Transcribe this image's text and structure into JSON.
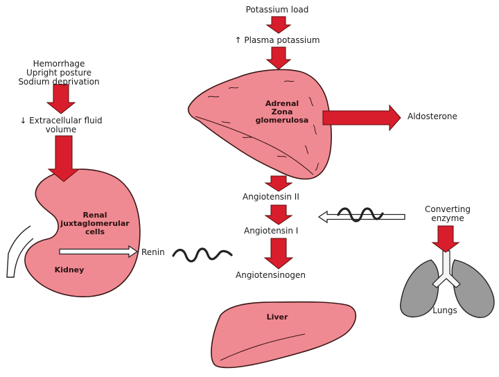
{
  "colors": {
    "arrow": "#d81e2c",
    "arrow_stroke": "#5a0a0a",
    "organ_fill": "#ef8a92",
    "organ_stroke": "#3a1515",
    "lung_fill": "#9a9a9a",
    "text": "#1a1a1a"
  },
  "labels": {
    "potassium_load": "Potassium load",
    "plasma_potassium": "↑ Plasma potassium",
    "stimuli": [
      "Hemorrhage",
      "Upright posture",
      "Sodium deprivation"
    ],
    "ecf_volume": [
      "↓ Extracellular fluid",
      "volume"
    ],
    "aldosterone": "Aldosterone",
    "angiotensin_ii": "Angiotensin II",
    "angiotensin_i": "Angiotensin I",
    "angiotensinogen": "Angiotensinogen",
    "renin": "Renin",
    "converting_enzyme": [
      "Converting",
      "enzyme"
    ]
  },
  "organs": {
    "adrenal": [
      "Adrenal",
      "Zona",
      "glomerulosa"
    ],
    "kidney_cells": [
      "Renal",
      "juxtaglomerular",
      "cells"
    ],
    "kidney": "Kidney",
    "liver": "Liver",
    "lungs": "Lungs"
  }
}
